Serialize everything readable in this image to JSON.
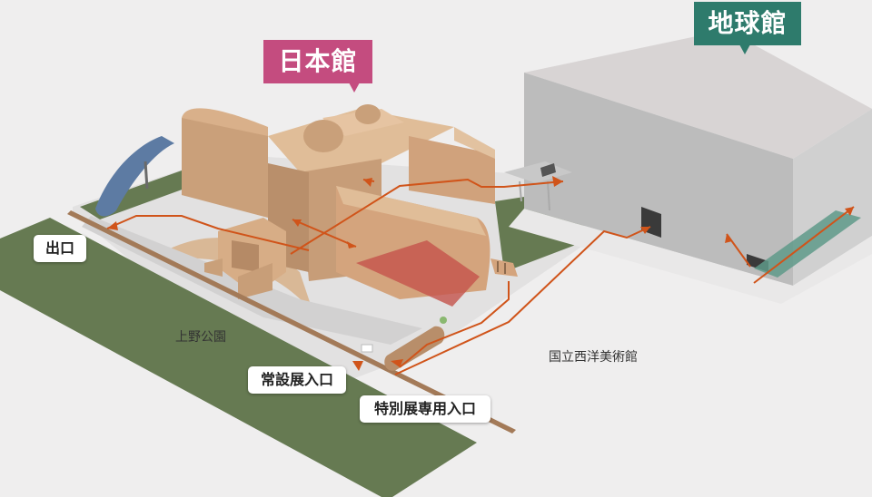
{
  "buildings": {
    "nihonkan": "日本館",
    "chikyukan": "地球館"
  },
  "labels": {
    "exit": "出口",
    "regular_entrance": "常設展入口",
    "special_entrance": "特別展専用入口",
    "park": "上野公園",
    "neighbor_museum": "国立西洋美術館"
  },
  "colors": {
    "nihonkan_tag": "#c44c7f",
    "chikyukan_tag": "#2e7b6c",
    "route": "#d0541a",
    "lawn": "#667a52",
    "building": "#d6ac85"
  }
}
